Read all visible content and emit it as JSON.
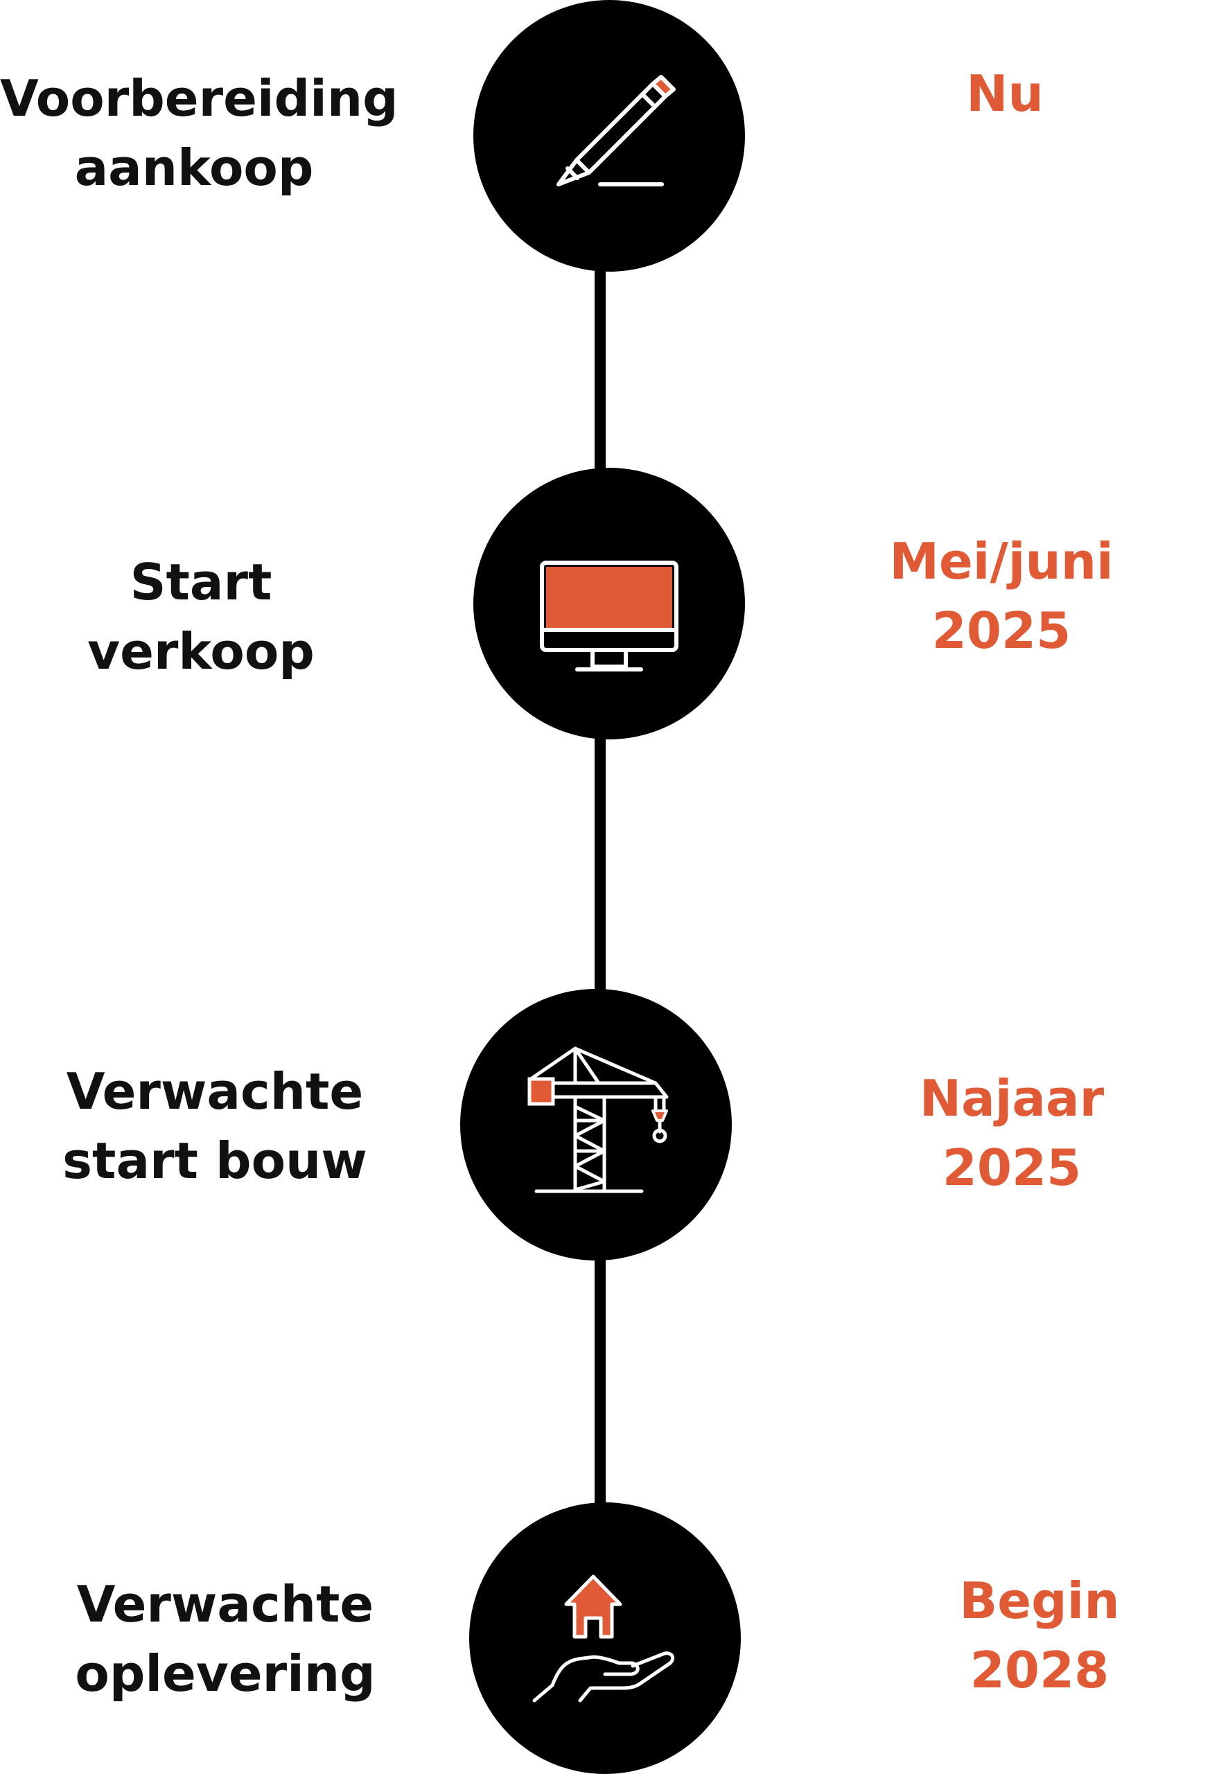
{
  "accent_color": "#E05A36",
  "steps": [
    {
      "label_lines": [
        "Voorbereiding",
        "aankoop"
      ],
      "date_lines": [
        "Nu"
      ],
      "icon": "pencil-icon"
    },
    {
      "label_lines": [
        "Start",
        "verkoop"
      ],
      "date_lines": [
        "Mei/juni",
        "2025"
      ],
      "icon": "monitor-icon"
    },
    {
      "label_lines": [
        "Verwachte",
        "start bouw"
      ],
      "date_lines": [
        "Najaar",
        "2025"
      ],
      "icon": "crane-icon"
    },
    {
      "label_lines": [
        "Verwachte",
        "oplevering"
      ],
      "date_lines": [
        "Begin",
        "2028"
      ],
      "icon": "house-in-hand-icon"
    }
  ]
}
